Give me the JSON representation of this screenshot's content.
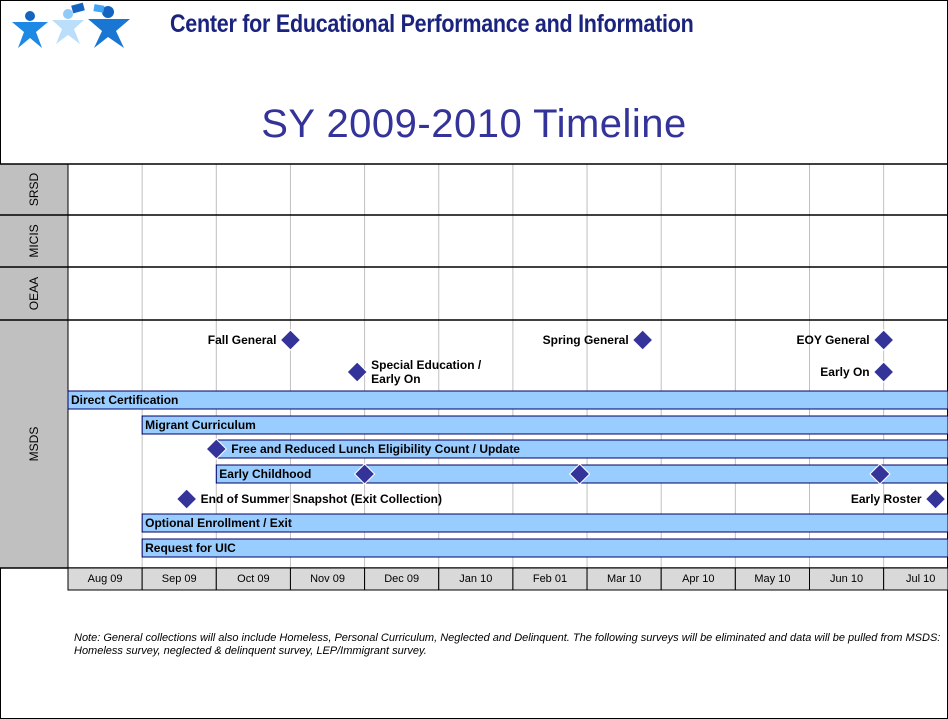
{
  "header": {
    "org_name": "Center for Educational Performance and Information",
    "title": "SY 2009-2010 Timeline"
  },
  "note": "Note: General collections will also include Homeless, Personal Curriculum, Neglected and Delinquent. The following surveys will be eliminated and data will be pulled from MSDS: Homeless survey, neglected & delinquent survey, LEP/Immigrant survey.",
  "colors": {
    "bar_fill": "#99ccff",
    "bar_border": "#000066",
    "diamond_fill": "#333399",
    "lane_label_fill": "#c0c0c0",
    "grid": "#c0c0c0",
    "title": "#333399"
  },
  "chart_data": {
    "type": "gantt",
    "months": [
      "Aug 09",
      "Sep 09",
      "Oct 09",
      "Nov 09",
      "Dec 09",
      "Jan 10",
      "Feb 01",
      "Mar 10",
      "Apr 10",
      "May 10",
      "Jun 10",
      "Jul 10"
    ],
    "lanes": [
      {
        "name": "SRSD"
      },
      {
        "name": "MICIS"
      },
      {
        "name": "OEAA"
      },
      {
        "name": "MSDS"
      }
    ],
    "milestones": [
      {
        "label": "Fall General",
        "lane": "MSDS",
        "row": 0,
        "month": 3.0,
        "label_side": "left"
      },
      {
        "label": "Spring General",
        "lane": "MSDS",
        "row": 0,
        "month": 7.75,
        "label_side": "left"
      },
      {
        "label": "EOY General",
        "lane": "MSDS",
        "row": 0,
        "month": 11.0,
        "label_side": "left"
      },
      {
        "label": "Special Education / Early On",
        "lane": "MSDS",
        "row": 1,
        "month": 3.9,
        "label_side": "right"
      },
      {
        "label": "Early On",
        "lane": "MSDS",
        "row": 1,
        "month": 11.0,
        "label_side": "left"
      }
    ],
    "bars": [
      {
        "label": "Direct Certification",
        "row": 2,
        "start": 0.0,
        "end": 12.0,
        "markers": []
      },
      {
        "label": "Migrant Curriculum",
        "row": 3,
        "start": 1.0,
        "end": 12.0,
        "markers": []
      },
      {
        "label": "Free and Reduced Lunch Eligibility Count / Update",
        "row": 4,
        "start": 2.0,
        "end": 12.0,
        "markers": [
          2.0
        ],
        "label_indent": "after-marker"
      },
      {
        "label": "Early Childhood",
        "row": 5,
        "start": 2.0,
        "end": 12.0,
        "markers": [
          4.0,
          6.9,
          10.95
        ]
      },
      {
        "label": "Optional Enrollment / Exit",
        "row": 7,
        "start": 1.0,
        "end": 12.0,
        "markers": []
      },
      {
        "label": "Request for UIC",
        "row": 8,
        "start": 1.0,
        "end": 12.0,
        "markers": []
      }
    ],
    "row_milestones": [
      {
        "label": "End of Summer Snapshot (Exit Collection)",
        "row": 6,
        "month": 1.6,
        "label_side": "right"
      },
      {
        "label": "Early Roster",
        "row": 6,
        "month": 11.7,
        "label_side": "left"
      }
    ]
  }
}
